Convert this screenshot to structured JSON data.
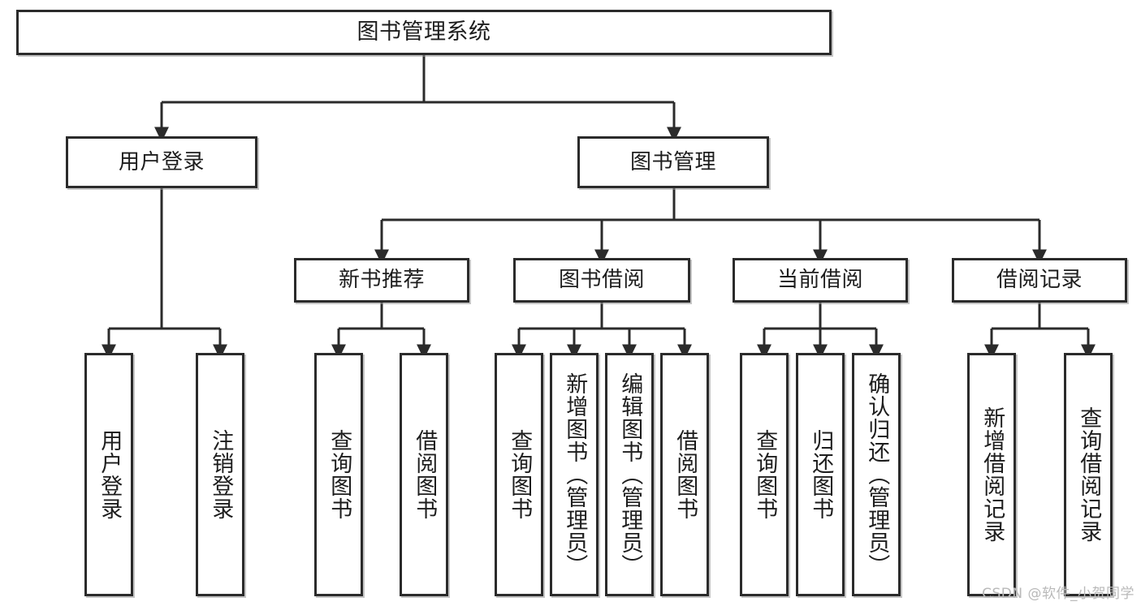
{
  "diagram": {
    "title": "图书管理系统",
    "type": "tree",
    "colors": {
      "box_border": "#2b2b2b",
      "box_fill": "#ffffff",
      "connector": "#2b2b2b",
      "text": "#1d1d1d",
      "watermark": "#b9b9b9"
    },
    "root": {
      "label": "图书管理系统"
    },
    "level2": [
      {
        "label": "用户登录"
      },
      {
        "label": "图书管理"
      }
    ],
    "level3": [
      {
        "label": "新书推荐"
      },
      {
        "label": "图书借阅"
      },
      {
        "label": "当前借阅"
      },
      {
        "label": "借阅记录"
      }
    ],
    "leaves": {
      "user_login": [
        {
          "label": "用户登录"
        },
        {
          "label": "注销登录"
        }
      ],
      "new_book": [
        {
          "label": "查询图书"
        },
        {
          "label": "借阅图书"
        }
      ],
      "book_borrow": [
        {
          "label": "查询图书"
        },
        {
          "label": "新增图书（管理员）"
        },
        {
          "label": "编辑图书（管理员）"
        },
        {
          "label": "借阅图书"
        }
      ],
      "current_borrow": [
        {
          "label": "查询图书"
        },
        {
          "label": "归还图书"
        },
        {
          "label": "确认归还（管理员）"
        }
      ],
      "borrow_record": [
        {
          "label": "新增借阅记录"
        },
        {
          "label": "查询借阅记录"
        }
      ]
    }
  },
  "watermark": {
    "text": "CSDN @软件_小贺同学"
  }
}
